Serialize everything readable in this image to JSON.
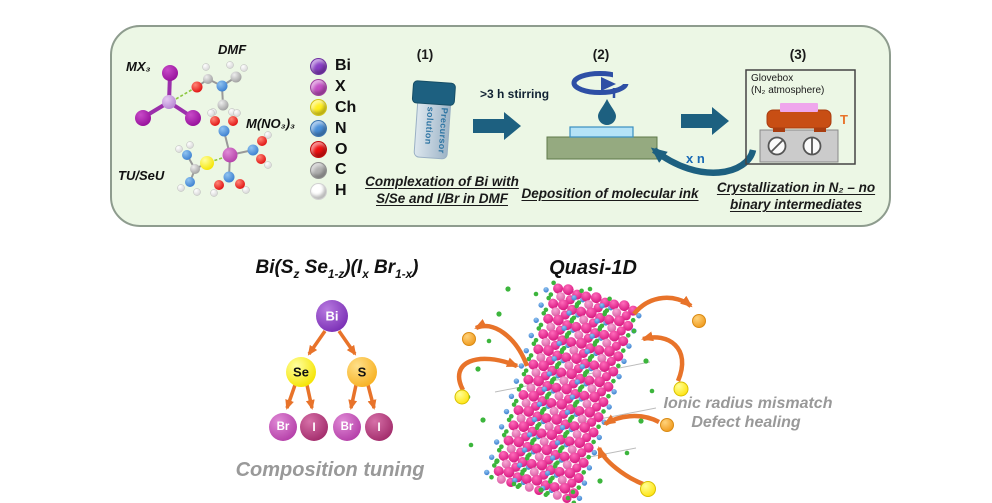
{
  "panel": {
    "molecule_labels": {
      "dmf": "DMF",
      "mx3": "MX₃",
      "mno3": "M(NO₃)₃",
      "tu": "TU/SeU"
    },
    "legend": [
      {
        "symbol": "Bi",
        "color": "#8a3fc6"
      },
      {
        "symbol": "X",
        "color": "#c44fc4"
      },
      {
        "symbol": "Ch",
        "color": "#ffef1f"
      },
      {
        "symbol": "N",
        "color": "#4a90d9"
      },
      {
        "symbol": "O",
        "color": "#ee1111"
      },
      {
        "symbol": "C",
        "color": "#b0b0b0"
      },
      {
        "symbol": "H",
        "color": "#ffffff"
      }
    ],
    "steps": [
      {
        "number": "(1)",
        "caption_line1": "Complexation of Bi with",
        "caption_line2": "S/Se and I/Br in DMF"
      },
      {
        "number": "(2)",
        "caption_line1": "Deposition of molecular ink",
        "caption_line2": ""
      },
      {
        "number": "(3)",
        "caption_line1": "Crystallization in N₂ – no",
        "caption_line2": "binary intermediates"
      }
    ],
    "vial_label": "Precursor solution",
    "stir_label": ">3 h stirring",
    "repeat_label": "x n",
    "glovebox": {
      "title": "Glovebox",
      "subtitle": "(N₂ atmosphere)",
      "temp_label": "T"
    }
  },
  "bottom": {
    "formula_parts": [
      {
        "t": "Bi(S"
      },
      {
        "sub": "z"
      },
      {
        "t": " Se"
      },
      {
        "sub": "1-z"
      },
      {
        "t": ")(I"
      },
      {
        "sub": "x"
      },
      {
        "t": " Br"
      },
      {
        "sub": "1-x"
      },
      {
        "t": ")"
      }
    ],
    "tree": {
      "root": "Bi",
      "level2": [
        "Se",
        "S"
      ],
      "level3": [
        "Br",
        "I",
        "Br",
        "I"
      ]
    },
    "composition_label": "Composition tuning",
    "quasi_label": "Quasi-1D",
    "mismatch_line1": "Ionic radius mismatch",
    "mismatch_line2": "Defect healing"
  },
  "colors": {
    "panel_bg": "#ecf7e5",
    "teal_arrow": "#1d6080",
    "spin_blue": "#2e4fa5",
    "chuck_green": "#95aa80",
    "substrate_blue": "#b5e3f7",
    "hotplate_orange": "#c84e14",
    "sample_pink": "#efa6ec",
    "tree_arrow_orange": "#e8732a",
    "gray_text": "#999999",
    "ion_orange": "#f2a133",
    "ion_yellow": "#ffe81f",
    "ribbon_pink": "#d6147e",
    "dot_green": "#3cb53c",
    "dot_blue": "#3b7fd0"
  }
}
